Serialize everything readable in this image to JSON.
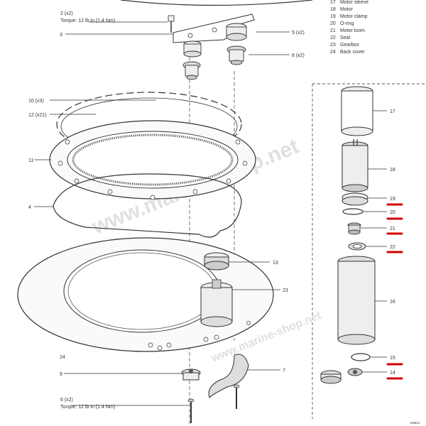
{
  "legend": {
    "items": [
      {
        "num": "17",
        "name": "Motor sleeve"
      },
      {
        "num": "18",
        "name": "Motor"
      },
      {
        "num": "19",
        "name": "Motor clamp"
      },
      {
        "num": "20",
        "name": "O-ring"
      },
      {
        "num": "21",
        "name": "Motor loom"
      },
      {
        "num": "22",
        "name": "Seal"
      },
      {
        "num": "23",
        "name": "Gearbox"
      },
      {
        "num": "24",
        "name": "Back cover"
      }
    ]
  },
  "callouts": {
    "c2_line1": "2 (x2)",
    "c2_line2": "Torque: 12 lb in (1.4 Nm)",
    "c3": "3",
    "c5": "5 (x2)",
    "c8": "8 (x2)",
    "c10": "10 (x3)",
    "c12": "12 (x21)",
    "c11": "11",
    "c4": "4",
    "c13": "13",
    "c23": "23",
    "c24": "24",
    "c9": "9",
    "c7": "7",
    "c6_line1": "6 (x2)",
    "c6_line2": "Torque: 12 lb in (1.4 Nm)",
    "c17": "17",
    "c18": "18",
    "c19": "19",
    "c20": "20",
    "c21": "21",
    "c22": "22",
    "c16": "16",
    "c15": "15",
    "c14": "14"
  },
  "watermark": {
    "text1": "www.marine-shop.net",
    "text2": "www.marine-shop.net"
  },
  "footer": {
    "code": "D6641"
  },
  "colors": {
    "highlight": "#d00000",
    "line": "#333333",
    "fill_light": "#eeeeee",
    "fill_dark": "#666666"
  }
}
